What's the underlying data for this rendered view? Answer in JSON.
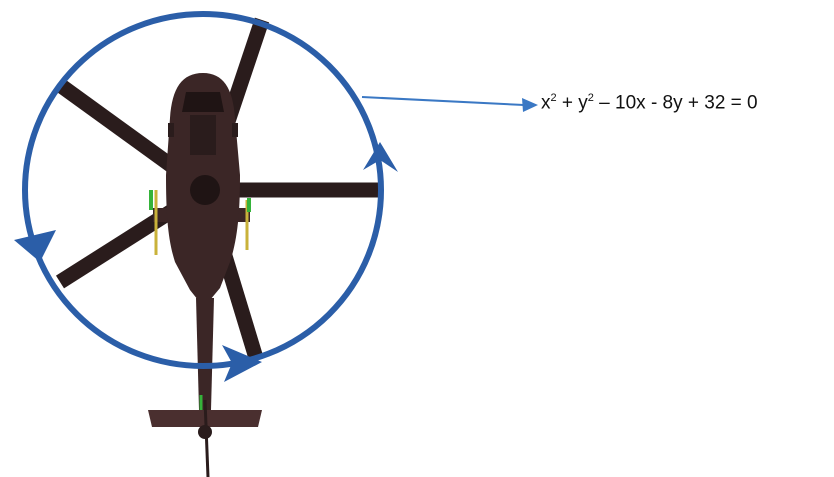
{
  "equation": {
    "x_term": "x",
    "y_term": " + y",
    "rest": " – 10x - 8y + 32 = 0",
    "exponent": "2"
  },
  "colors": {
    "orbit": "#2b5ea8",
    "pointer": "#3a78c4",
    "rotor": "#2a1c1c",
    "body": "#3b2626",
    "body_dark": "#1f1414",
    "accent_green": "#35b33a",
    "accent_yellow": "#c9b23a"
  },
  "icons": {
    "helicopter": "helicopter-top-view-icon",
    "arrow": "direction-arrow-icon"
  }
}
